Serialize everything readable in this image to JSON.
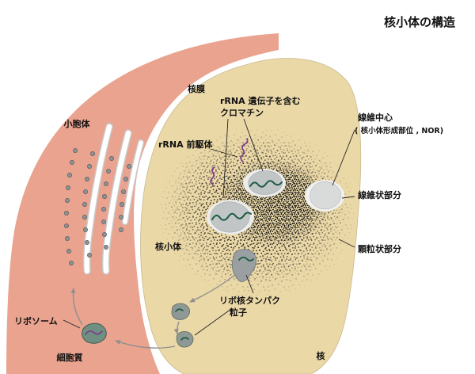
{
  "title": "核小体の構造",
  "labels": {
    "nuclear_envelope": "核膜",
    "endoplasmic_reticulum": "小胞体",
    "chromatin_line1": "rRNA 遺伝子を含む",
    "chromatin_line2": "クロマチン",
    "rrna_precursor": "rRNA 前駆体",
    "fibrillar_center_line1": "線維中心",
    "fibrillar_center_line2": "( 核小体形成部位 , NOR)",
    "fibrillar_component": "線維状部分",
    "granular_component": "顆粒状部分",
    "nucleolus": "核小体",
    "rnp_line1": "リボ核タンパク",
    "rnp_line2": "粒子",
    "ribosome": "リボソーム",
    "cytoplasm": "細胞質",
    "nucleus": "核"
  },
  "colors": {
    "cytoplasm_fill": "#E9A38F",
    "nucleus_fill": "#EBD8A7",
    "fibrillar_center_fill": "#C1C5C6",
    "particle_fill": "#94A09B",
    "chromatin_green": "#1E5B45",
    "rna_purple": "#7C3A8D",
    "stipple_black": "#151515",
    "arrow_gray": "#8F8F8F"
  }
}
